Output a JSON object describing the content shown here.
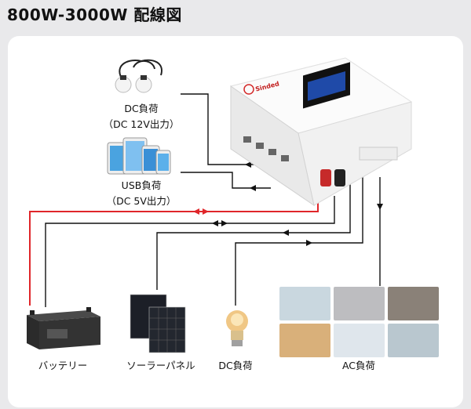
{
  "title": "800W-3000W 配線図",
  "inverter": {
    "brand": "Sinded"
  },
  "labels": {
    "dc_load_12v": "DC負荷",
    "dc_load_12v_sub": "（DC 12V出力）",
    "usb_load": "USB負荷",
    "usb_load_sub": "（DC 5V出力）",
    "battery": "バッテリー",
    "solar_panel": "ソーラーパネル",
    "dc_load": "DC負荷",
    "ac_load": "AC負荷"
  },
  "colors": {
    "wire": "#111111",
    "battery_wire": "#e0262a",
    "panel": "#ffffff",
    "background": "#e9e9eb"
  },
  "icons": [
    "led-bulbs-icon",
    "tablets-icon",
    "battery-icon",
    "solar-panel-icon",
    "light-bulb-icon",
    "appliances-grid-icon"
  ]
}
